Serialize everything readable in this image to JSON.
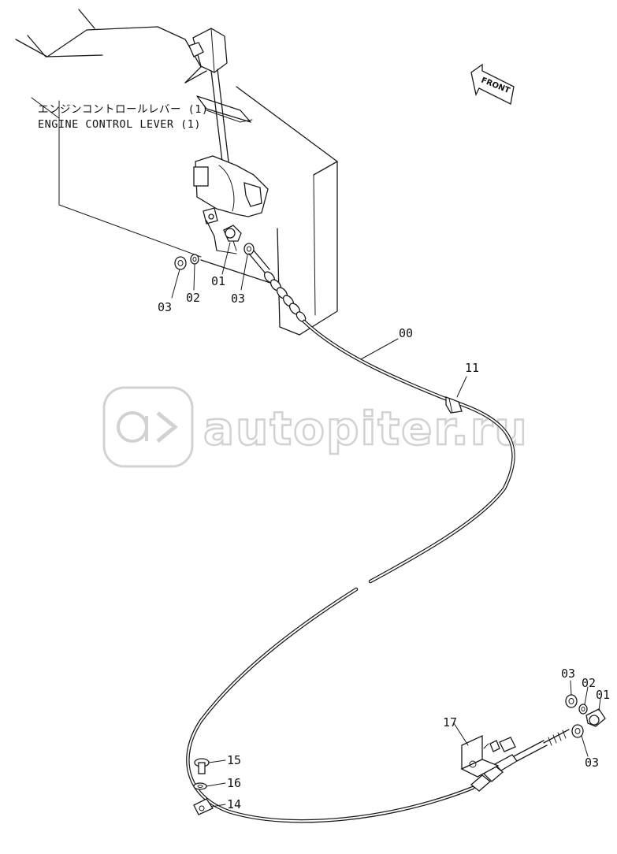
{
  "caption": {
    "japanese": "エンジンコントロールレバー (1)",
    "english": "ENGINE CONTROL LEVER (1)"
  },
  "front_arrow": {
    "label": "FRONT",
    "icon": "front-arrow-icon"
  },
  "watermark": {
    "text": "autopiter.ru",
    "icon": "autopiter-logo-icon"
  },
  "callouts": {
    "upper": {
      "nut": "03",
      "washer": "02",
      "ball_joint": "01",
      "cable_nut": "03"
    },
    "cable": "00",
    "clamp": "11",
    "lower": {
      "nut_top": "03",
      "washer": "02",
      "ball_joint": "01",
      "nut_bottom": "03",
      "bracket": "17",
      "bolt": "15",
      "washer_small": "16",
      "clamp_small": "14"
    }
  },
  "colors": {
    "line": "#1a1a1a",
    "background": "#ffffff",
    "watermark": "#d2d2d2"
  }
}
